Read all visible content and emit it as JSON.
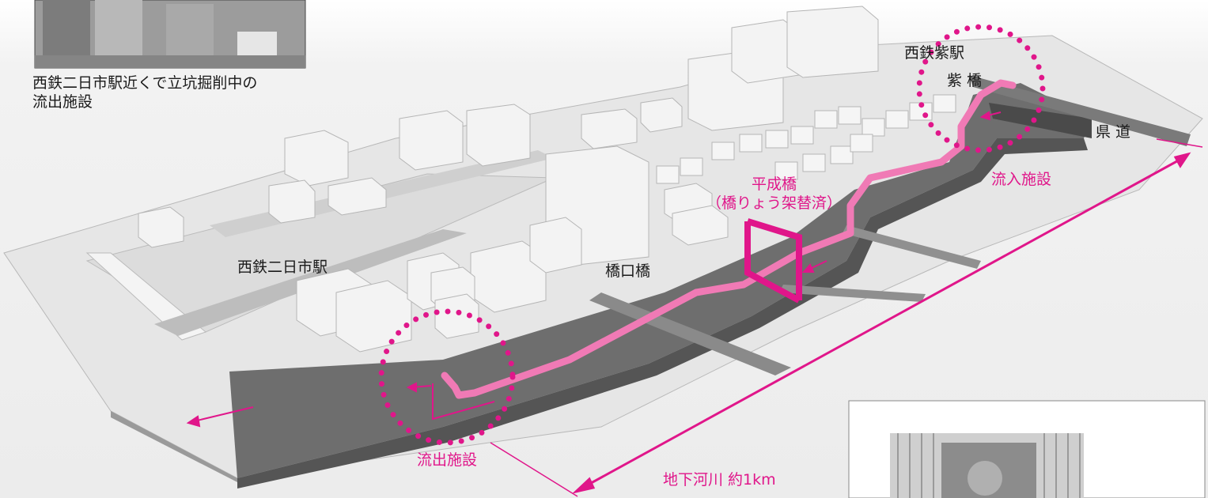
{
  "caption_photo_top": "西鉄二日市駅近くで立坑掘削中の\n流出施設",
  "labels": {
    "station_futsukaichi": "西鉄二日市駅",
    "station_murasaki": "西鉄紫駅",
    "bridge_murasaki": "紫 橋",
    "bridge_hashiguchi": "橋口橋",
    "bridge_heisei": "平成橋",
    "bridge_heisei_note": "（橋りょう架替済）",
    "prefectural_road": "県 道",
    "inflow_facility": "流入施設",
    "outflow_facility": "流出施設",
    "underground_river": "地下河川 約1km"
  },
  "colors": {
    "accent": "#e0168a",
    "river_line": "#f07ab5",
    "ground": "#ebebeb",
    "building": "#f3f3f3"
  }
}
